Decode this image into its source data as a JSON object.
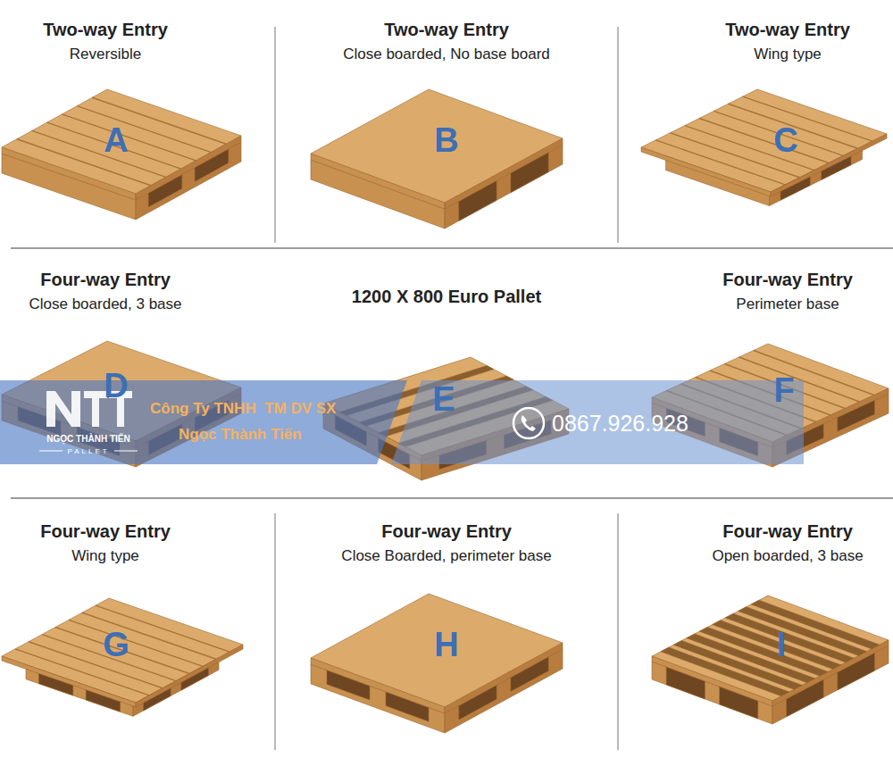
{
  "diagram": {
    "nodes": [
      {
        "text": [
          "Two-way Entry",
          "Reversible",
          "A"
        ]
      },
      {
        "text": [
          "Two-way Entry",
          "Close boarded, No base board",
          "B"
        ]
      },
      {
        "text": [
          "Two-way Entry",
          "Wing type",
          "C"
        ]
      },
      {
        "text": [
          "Four-way Entry",
          "Close boarded, 3 base",
          "D"
        ]
      },
      {
        "text": [
          "1200 X 800 Euro Pallet",
          "E"
        ]
      },
      {
        "text": [
          "Four-way Entry",
          "Perimeter base",
          "F"
        ]
      },
      {
        "text": [
          "Four-way Entry",
          "Wing type",
          "G"
        ]
      },
      {
        "text": [
          "Four-way Entry",
          "Close Boarded, perimeter base",
          "H"
        ]
      },
      {
        "text": [
          "Four-way Entry",
          "Open boarded, 3 base",
          "I"
        ]
      }
    ],
    "labels": [
      "Công Ty TNHH  TM DV SX",
      "Ngọc Thành Tiến",
      "0867.926.928",
      "NGỌC THÀNH TIẾN",
      "PALLET"
    ]
  }
}
